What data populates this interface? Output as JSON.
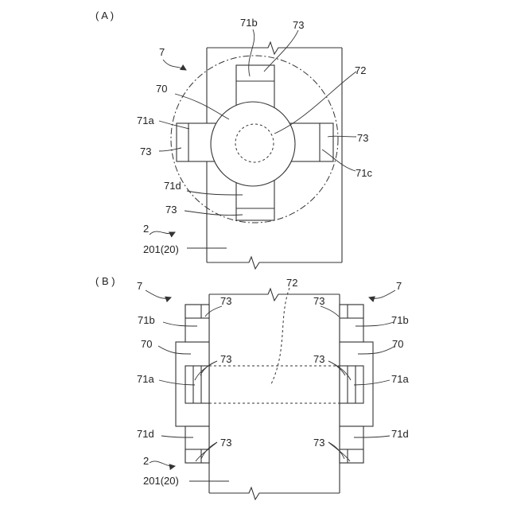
{
  "panel_a": {
    "label": "( A )",
    "labels": {
      "l_71b": "71b",
      "l_73_top": "73",
      "l_7": "7",
      "l_72": "72",
      "l_70": "70",
      "l_71a": "71a",
      "l_73_left": "73",
      "l_73_right": "73",
      "l_71c": "71c",
      "l_71d": "71d",
      "l_73_bottom": "73",
      "l_2": "2",
      "l_201": "201(20)"
    }
  },
  "panel_b": {
    "label": "( B )",
    "labels": {
      "l_7_left": "7",
      "l_72": "72",
      "l_7_right": "7",
      "l_73_l1": "73",
      "l_73_r1": "73",
      "l_71b_left": "71b",
      "l_71b_right": "71b",
      "l_70_left": "70",
      "l_70_right": "70",
      "l_73_l2": "73",
      "l_73_r2": "73",
      "l_71a_left": "71a",
      "l_71a_right": "71a",
      "l_71d_left": "71d",
      "l_71d_right": "71d",
      "l_73_l3": "73",
      "l_73_r3": "73",
      "l_2": "2",
      "l_201": "201(20)"
    }
  }
}
